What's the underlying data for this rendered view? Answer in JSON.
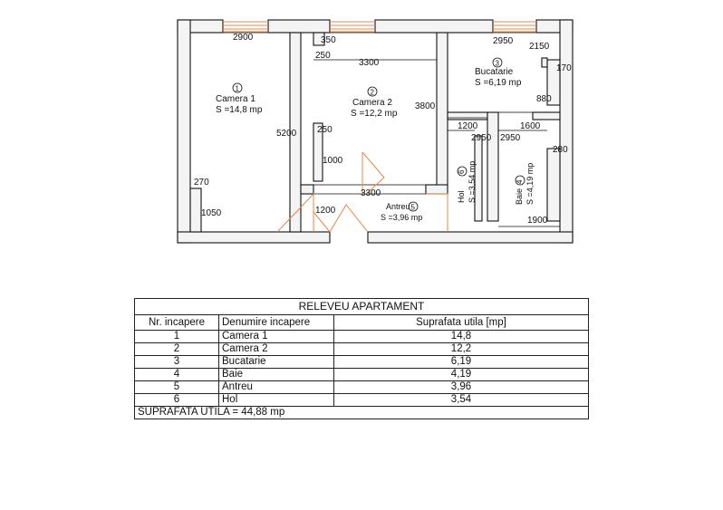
{
  "plan": {
    "dimensions": {
      "d2900": "2900",
      "d3300_top": "3300",
      "d2950_top": "2950",
      "d350": "350",
      "d250_top": "250",
      "d2150": "2150",
      "d170": "170",
      "d880": "880",
      "d3800": "3800",
      "d5200": "5200",
      "d1200_mid": "1200",
      "d1600": "1600",
      "d2950_a": "2950",
      "d2950_b": "2950",
      "d250_mid": "250",
      "d1000": "1000",
      "d280": "280",
      "d270": "270",
      "d1050": "1050",
      "d3300_bottom": "3300",
      "d1200_bottom": "1200",
      "d1900": "1900"
    },
    "rooms": [
      {
        "number": "1",
        "name": "Camera 1",
        "area": "S =14,8 mp"
      },
      {
        "number": "2",
        "name": "Camera 2",
        "area": "S =12,2 mp"
      },
      {
        "number": "3",
        "name": "Bucatarie",
        "area": "S =6,19 mp"
      },
      {
        "number": "4",
        "name": "Baie",
        "area": "S =4,19 mp"
      },
      {
        "number": "5",
        "name": "Antreu",
        "area": "S =3,96 mp"
      },
      {
        "number": "6",
        "name": "Hol",
        "area": "S =3,54 mp"
      }
    ]
  },
  "table": {
    "title": "RELEVEU APARTAMENT",
    "headers": [
      "Nr. incapere",
      "Denumire incapere",
      "Suprafata utila [mp]"
    ],
    "rows": [
      {
        "nr": "1",
        "name": "Camera 1",
        "area": "14,8"
      },
      {
        "nr": "2",
        "name": "Camera 2",
        "area": "12,2"
      },
      {
        "nr": "3",
        "name": "Bucatarie",
        "area": "6,19"
      },
      {
        "nr": "4",
        "name": "Baie",
        "area": "4,19"
      },
      {
        "nr": "5",
        "name": "Antreu",
        "area": "3,96"
      },
      {
        "nr": "6",
        "name": "Hol",
        "area": "3,54"
      }
    ],
    "total": "SUPRAFATA UTILA = 44,88 mp"
  }
}
